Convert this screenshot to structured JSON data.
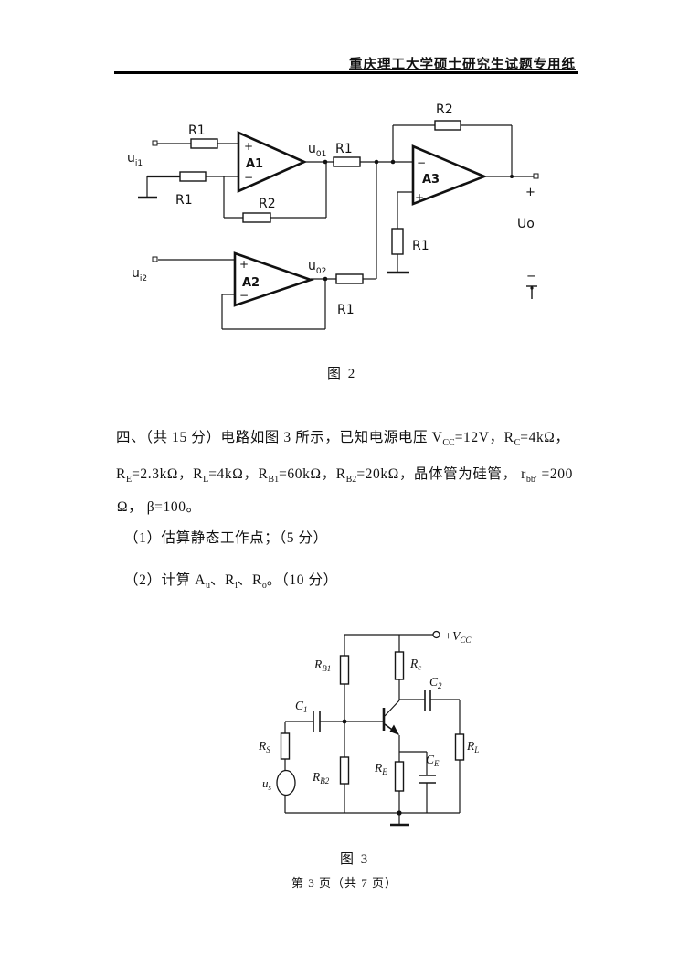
{
  "header": {
    "title": "重庆理工大学硕士研究生试题专用纸"
  },
  "fig2": {
    "r1": "R1",
    "r2": "R2",
    "a1": "A1",
    "a2": "A2",
    "a3": "A3",
    "plus": "+",
    "minus": "−",
    "u": "u",
    "sub_i1": "i1",
    "sub_i2": "i2",
    "sub_01": "01",
    "sub_02": "02",
    "uo": "Uo",
    "caption": "图 2"
  },
  "question": {
    "l1a": "四、（共 15 分）电路如图 3 所示，已知电源电压 V",
    "l1b": "CC",
    "l1c": "=12V，R",
    "l1d": "C",
    "l1e": "=4kΩ，",
    "l2a": "R",
    "l2b": "E",
    "l2c": "=2.3kΩ，R",
    "l2d": "L",
    "l2e": "=4kΩ，R",
    "l2f": "B1",
    "l2g": "=60kΩ，R",
    "l2h": "B2",
    "l2i": "=20kΩ，晶体管为硅管， r",
    "l2j": "bb′",
    "l2k": " =200",
    "l3": "Ω， β=100。",
    "item1": "（1）估算静态工作点；（5 分）",
    "it2a": "（2）计算 A",
    "it2b": "u",
    "it2c": "、R",
    "it2d": "i",
    "it2e": "、R",
    "it2f": "o",
    "it2g": "。（10 分）"
  },
  "fig3": {
    "vcc_main": "+V",
    "vcc_sub": "CC",
    "r": "R",
    "c": "C",
    "u": "u",
    "sub_b1": "B1",
    "sub_b2": "B2",
    "sub_c": "c",
    "sub_e": "E",
    "sub_s": "S",
    "sub_l": "L",
    "sub_1": "1",
    "sub_2": "2",
    "sub_us": "s",
    "caption": "图 3"
  },
  "footer": {
    "page": "第 3 页（共 7 页）"
  }
}
